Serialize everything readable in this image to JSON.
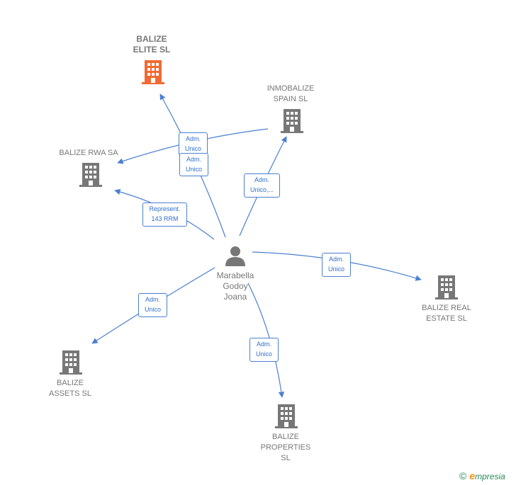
{
  "colors": {
    "edge": "#4a7fd1",
    "building_highlight": "#f26a32",
    "building_default": "#777777",
    "person": "#777777"
  },
  "nodes": {
    "balize_elite": "BALIZE\nELITE  SL",
    "inmobalize_spain": "INMOBALIZE\nSPAIN  SL",
    "balize_rwa": "BALIZE RWA SA",
    "person": "Marabella\nGodoy\nJoana",
    "balize_real_estate": "BALIZE REAL\nESTATE  SL",
    "balize_assets": "BALIZE\nASSETS  SL",
    "balize_properties": "BALIZE\nPROPERTIES\nSL"
  },
  "edges": {
    "e1": "Adm.\nUnico",
    "e2": "Adm.\nUnico",
    "e3": "Adm.\nUnico,...",
    "e4": "Represent.\n143 RRM",
    "e5": "Adm.\nUnico",
    "e6": "Adm.\nUnico",
    "e7": "Adm.\nUnico"
  },
  "brand": {
    "copyright": "©",
    "e": "e",
    "rest": "mpresia"
  }
}
